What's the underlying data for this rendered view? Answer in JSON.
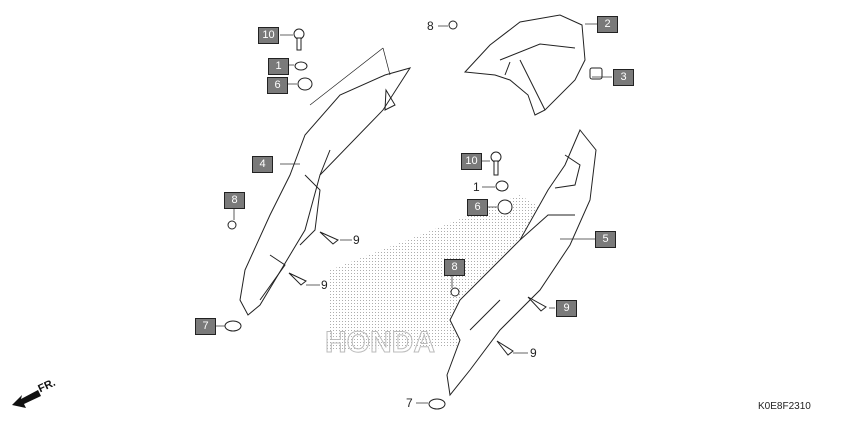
{
  "diagram": {
    "watermark_logo": "HONDA",
    "direction_label": "FR.",
    "figure_code": "K0E8F2310",
    "callouts": {
      "left_10": "10",
      "left_1": "1",
      "left_6": "6",
      "left_4": "4",
      "left_8": "8",
      "left_9a": "9",
      "left_9b": "9",
      "left_7": "7",
      "top_8": "8",
      "top_2": "2",
      "top_3": "3",
      "right_10": "10",
      "right_1": "1",
      "right_6": "6",
      "right_5": "5",
      "right_8": "8",
      "right_9a": "9",
      "right_9b": "9",
      "right_7": "7"
    }
  }
}
